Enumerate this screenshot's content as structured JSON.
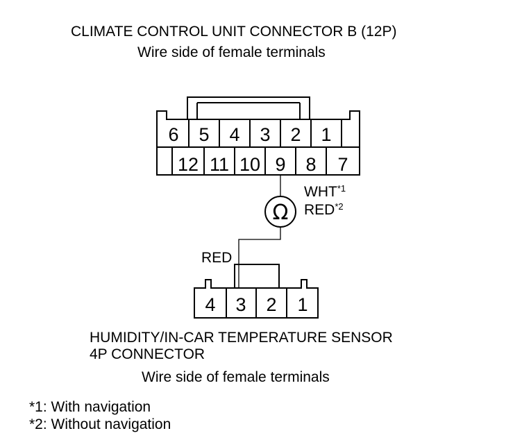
{
  "top_connector": {
    "title": "CLIMATE CONTROL UNIT CONNECTOR B (12P)",
    "subtitle": "Wire side of female terminals",
    "row1_pins": [
      "6",
      "5",
      "4",
      "3",
      "2",
      "1"
    ],
    "row2_pins": [
      "12",
      "11",
      "10",
      "9",
      "8",
      "7"
    ]
  },
  "ohmmeter": {
    "symbol": "Ω"
  },
  "wire_top": {
    "color1": "WHT",
    "note1": "*1",
    "color2": "RED",
    "note2": "*2"
  },
  "wire_bottom": {
    "color": "RED"
  },
  "bottom_connector": {
    "title_line1": "HUMIDITY/IN-CAR TEMPERATURE SENSOR",
    "title_line2": "4P CONNECTOR",
    "subtitle": "Wire side of female terminals",
    "pins": [
      "4",
      "3",
      "2",
      "1"
    ]
  },
  "footnotes": [
    "*1: With navigation",
    "*2: Without navigation"
  ]
}
